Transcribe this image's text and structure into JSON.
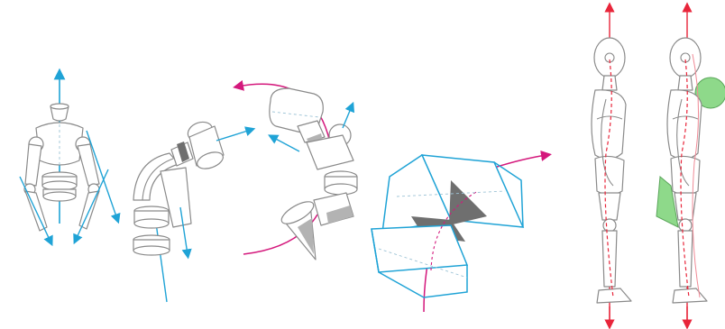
{
  "colors": {
    "axis_blue": "#1fa3d6",
    "arrow_magenta": "#d4187c",
    "arrow_red": "#e8253a",
    "mass_green": "#8ed98a",
    "outline_gray": "#8a8a8a",
    "guide_pink": "#f08a96"
  },
  "figures": [
    {
      "name": "mannequin-torso-front"
    },
    {
      "name": "curved-joint-chain"
    },
    {
      "name": "spiral-joint-chain"
    },
    {
      "name": "bent-box-volume"
    },
    {
      "name": "standing-figure-profile"
    },
    {
      "name": "standing-figure-profile-with-masses"
    }
  ]
}
